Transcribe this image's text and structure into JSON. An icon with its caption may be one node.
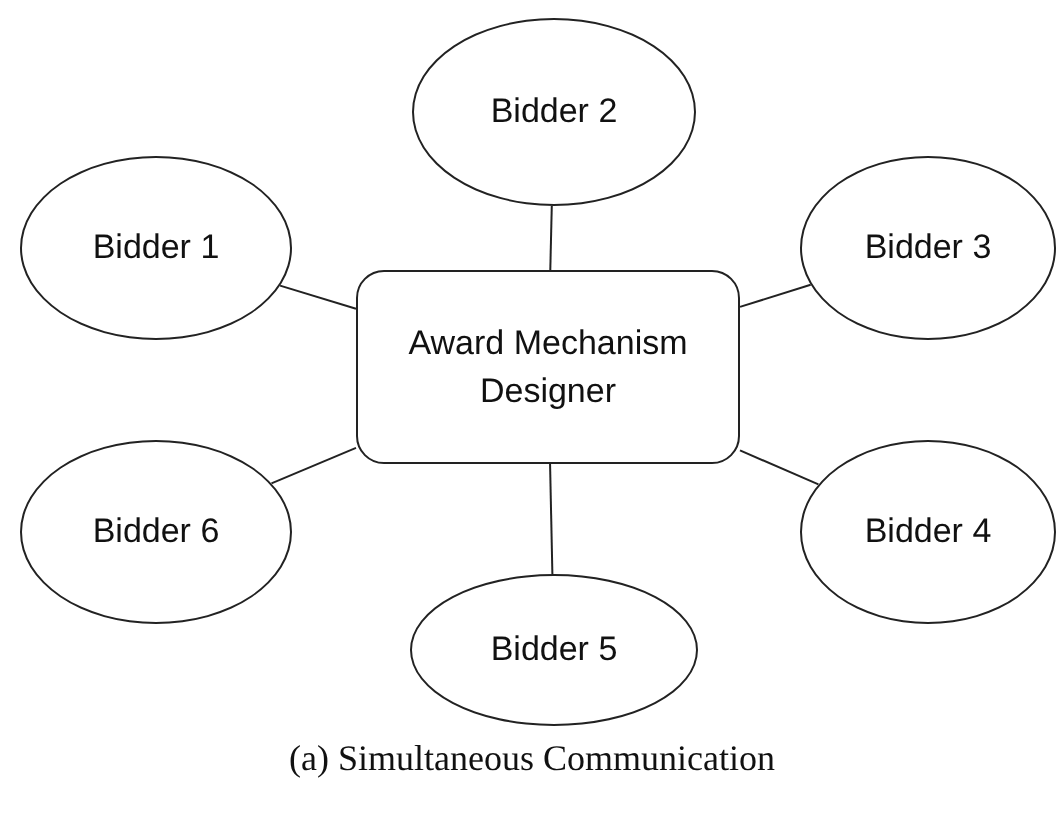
{
  "diagram": {
    "caption": "(a) Simultaneous Communication",
    "nodes": [
      {
        "text": [
          "Bidder 2"
        ]
      },
      {
        "text": [
          "Bidder 1"
        ]
      },
      {
        "text": [
          "Award Mechanism Designer"
        ]
      },
      {
        "text": [
          "Bidder 3"
        ]
      },
      {
        "text": [
          "Bidder 6"
        ]
      },
      {
        "text": [
          "Bidder 4"
        ]
      },
      {
        "text": [
          "Bidder 5"
        ]
      }
    ],
    "edges": [
      {
        "from": 2,
        "to": 0,
        "arrow": "none"
      },
      {
        "from": 2,
        "to": 1,
        "arrow": "none"
      },
      {
        "from": 2,
        "to": 3,
        "arrow": "none"
      },
      {
        "from": 2,
        "to": 4,
        "arrow": "none"
      },
      {
        "from": 2,
        "to": 5,
        "arrow": "none"
      },
      {
        "from": 2,
        "to": 6,
        "arrow": "none"
      }
    ]
  }
}
